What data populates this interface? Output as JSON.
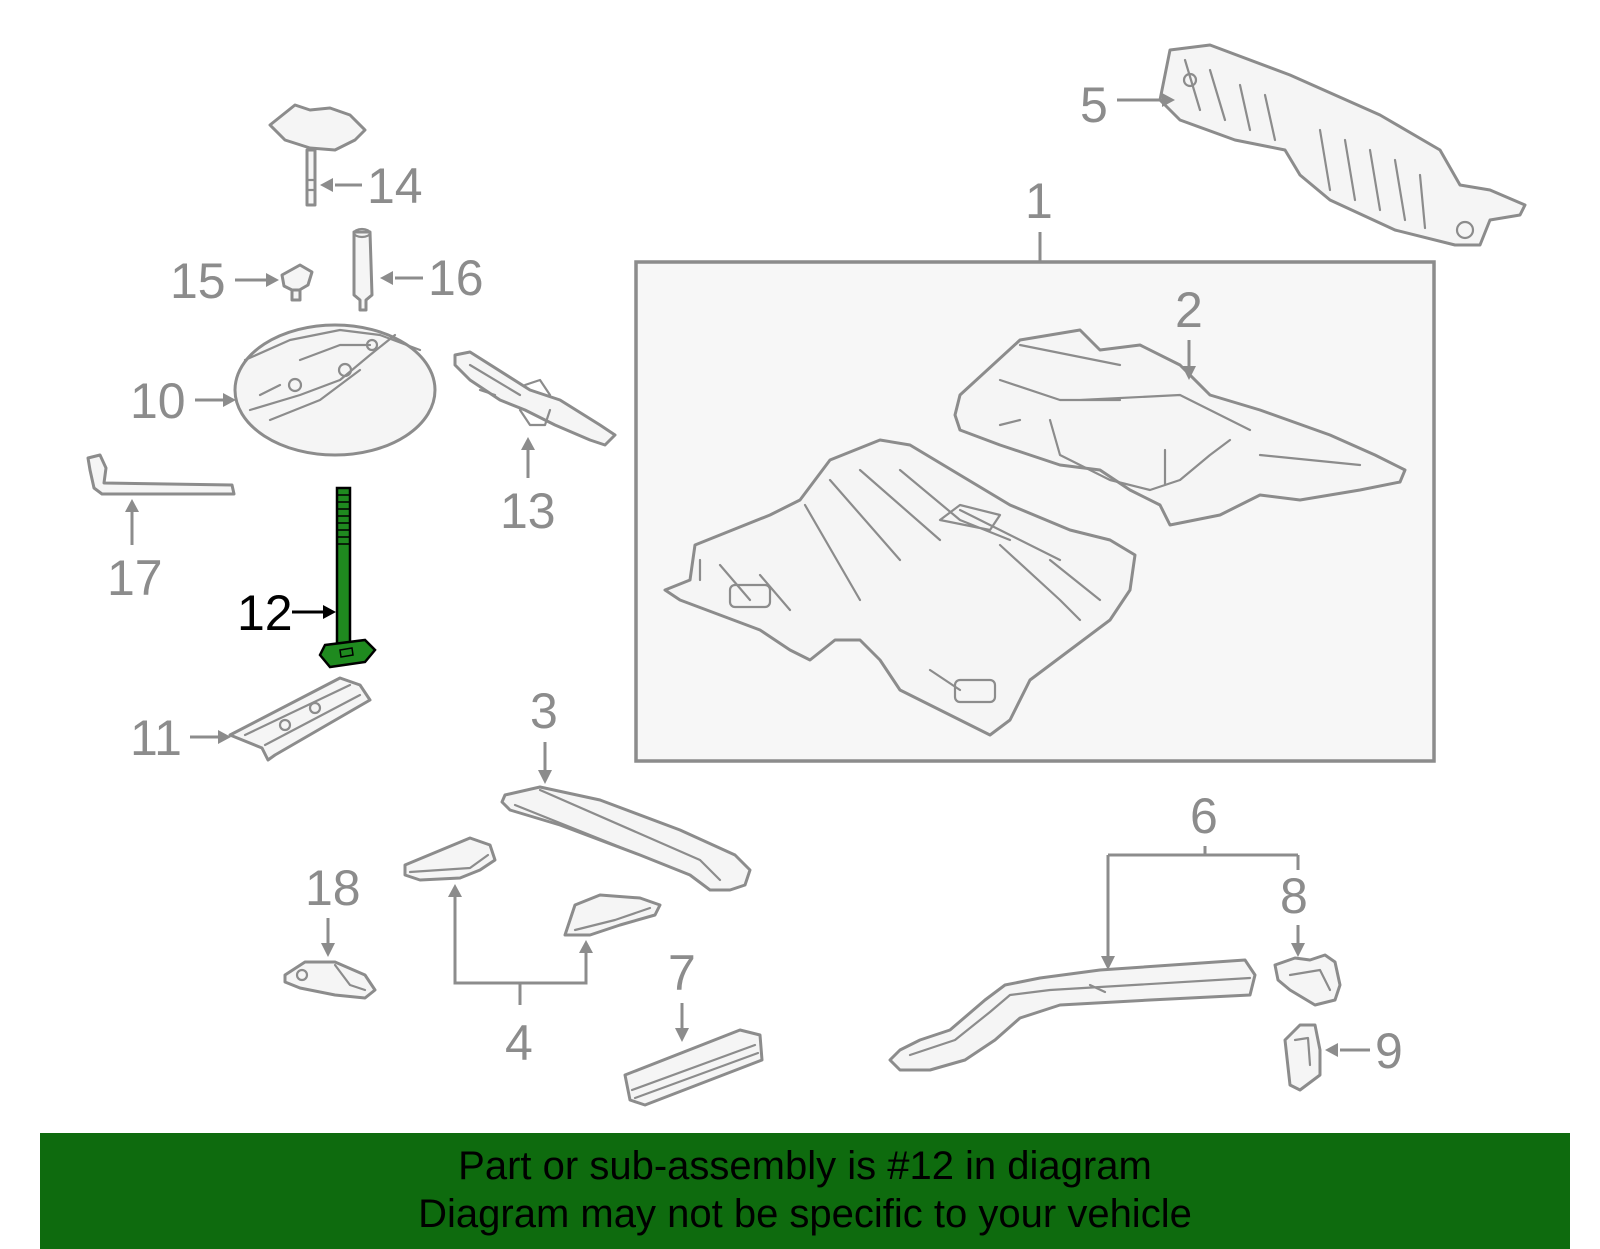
{
  "callouts": {
    "c1": "1",
    "c2": "2",
    "c3": "3",
    "c4": "4",
    "c5": "5",
    "c6": "6",
    "c7": "7",
    "c8": "8",
    "c9": "9",
    "c10": "10",
    "c11": "11",
    "c12": "12",
    "c13": "13",
    "c14": "14",
    "c15": "15",
    "c16": "16",
    "c17": "17",
    "c18": "18"
  },
  "highlighted_part": "12",
  "colors": {
    "line_gray": "#8c8c8c",
    "part_fill": "#f5f5f5",
    "highlight_green": "#1f8a1f",
    "banner_green": "#0e6b0e",
    "text_black": "#000000"
  },
  "banner": {
    "line1": "Part or sub-assembly is #12 in diagram",
    "line2": "Diagram may not be specific to your vehicle"
  }
}
